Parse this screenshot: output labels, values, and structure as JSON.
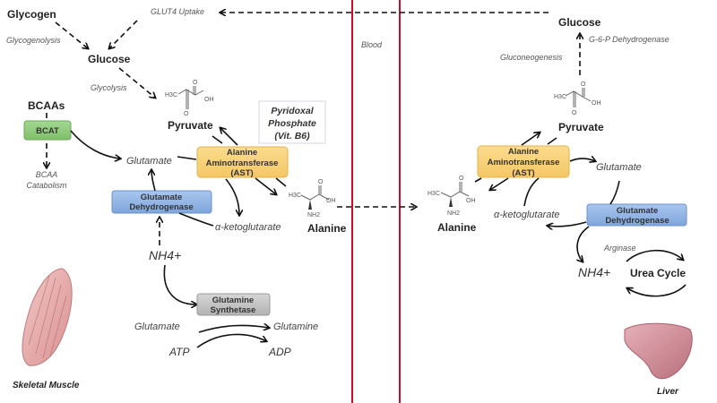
{
  "muscle": {
    "glycogen": "Glycogen",
    "glycogenolysis": "Glycogenolysis",
    "glut4_uptake": "GLUT4 Uptake",
    "glucose": "Glucose",
    "glycolysis": "Glycolysis",
    "pyruvate": "Pyruvate",
    "pyridoxal": [
      "Pyridoxal",
      "Phosphate",
      "(Vit. B6)"
    ],
    "bcaas": "BCAAs",
    "bcat": "BCAT",
    "bcaa_catabolism": [
      "BCAA",
      "Catabolism"
    ],
    "glutamate": "Glutamate",
    "ast": [
      "Alanine",
      "Aminotransferase",
      "(AST)"
    ],
    "gdh": [
      "Glutamate",
      "Dehydrogenase"
    ],
    "akg": "α-ketoglutarate",
    "alanine": "Alanine",
    "nh4": "NH4+",
    "glutamine_synthetase": [
      "Glutamine",
      "Synthetase"
    ],
    "gs_glutamate": "Glutamate",
    "glutamine": "Glutamine",
    "atp": "ATP",
    "adp": "ADP",
    "label": "Skeletal Muscle"
  },
  "blood": {
    "label": "Blood"
  },
  "liver": {
    "glucose": "Glucose",
    "g6p": "G-6-P Dehydrogenase",
    "gluconeogenesis": "Gluconeogenesis",
    "pyruvate": "Pyruvate",
    "ast": [
      "Alanine",
      "Aminotransferase",
      "(AST)"
    ],
    "glutamate": "Glutamate",
    "alanine": "Alanine",
    "akg": "α-ketoglutarate",
    "gdh": [
      "Glutamate",
      "Dehydrogenase"
    ],
    "arginase": "Arginase",
    "nh4": "NH4+",
    "urea_cycle": "Urea Cycle",
    "label": "Liver"
  },
  "chem": {
    "h3c": "H3C",
    "oh": "OH",
    "o": "O",
    "nh2": "NH2"
  },
  "colors": {
    "divider": "#c8102e",
    "ast": "#f8d27c",
    "gdh": "#8fb4e3",
    "bcat": "#8dcb7a",
    "gs": "#c4c4c4"
  }
}
